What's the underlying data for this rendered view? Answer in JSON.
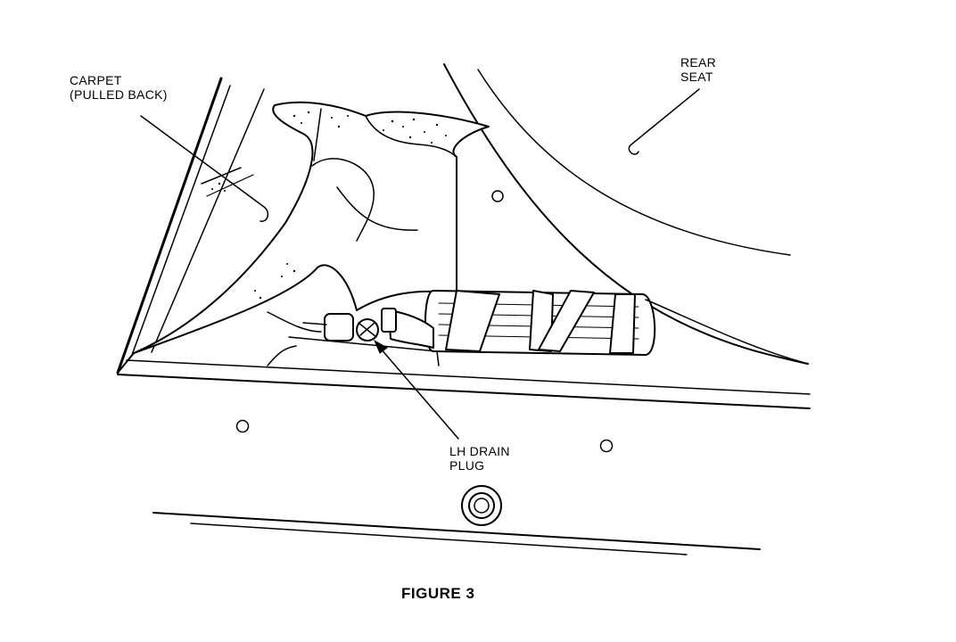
{
  "labels": {
    "carpet_line1": "CARPET",
    "carpet_line2": "(PULLED BACK)",
    "rear_seat_line1": "REAR",
    "rear_seat_line2": "SEAT",
    "drain_line1": "LH DRAIN",
    "drain_line2": "PLUG"
  },
  "caption": "FIGURE 3"
}
